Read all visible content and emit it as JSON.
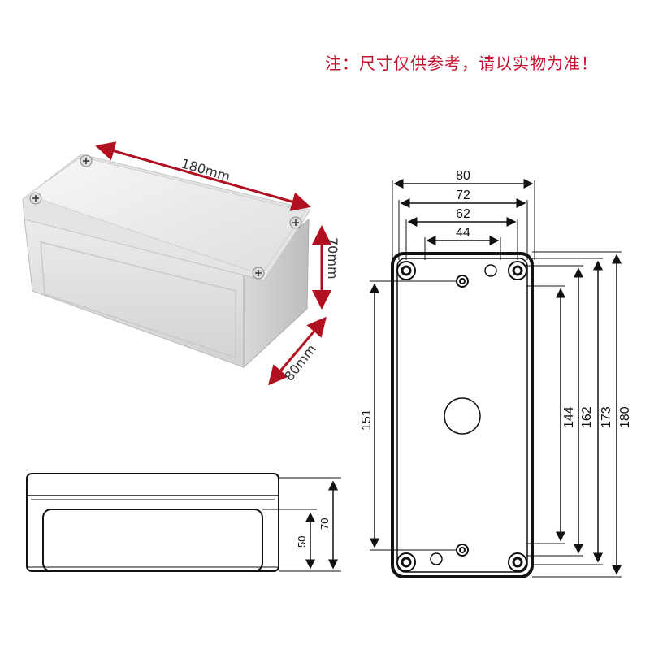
{
  "note": "注：尺寸仅供参考，请以实物为准！",
  "photo_dims": {
    "length": "180mm",
    "height": "70mm",
    "depth": "80mm"
  },
  "top_view": {
    "widths": [
      "80",
      "72",
      "62",
      "44"
    ],
    "heights": [
      "151",
      "144",
      "162",
      "173",
      "180"
    ]
  },
  "side_view": {
    "heights": [
      "50",
      "70"
    ]
  },
  "colors": {
    "arrow_red": "#b01020",
    "note_red": "#c8102e",
    "line_black": "#111111"
  }
}
